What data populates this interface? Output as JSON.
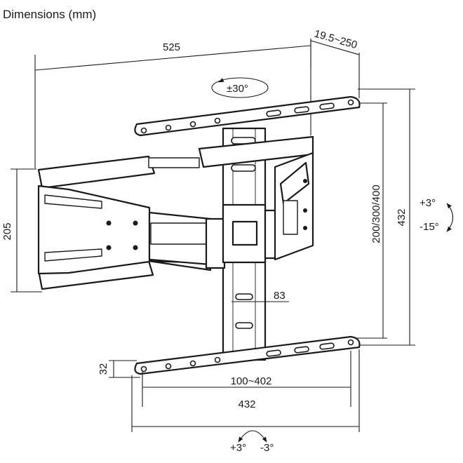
{
  "title": "Dimensions (mm)",
  "dimensions": {
    "total_width": "525",
    "depth": "19.5~250",
    "bracket_height": "205",
    "tv_plate_height": "432",
    "vesa_vertical": "200/300/400",
    "rail_width": "83",
    "rail_height": "32",
    "vesa_horizontal": "100~402",
    "tv_plate_width": "432"
  },
  "rotations": {
    "swivel": "±30°",
    "tilt_up": "+3°",
    "tilt_down": "-15°",
    "level_plus": "+3°",
    "level_minus": "-3°"
  }
}
